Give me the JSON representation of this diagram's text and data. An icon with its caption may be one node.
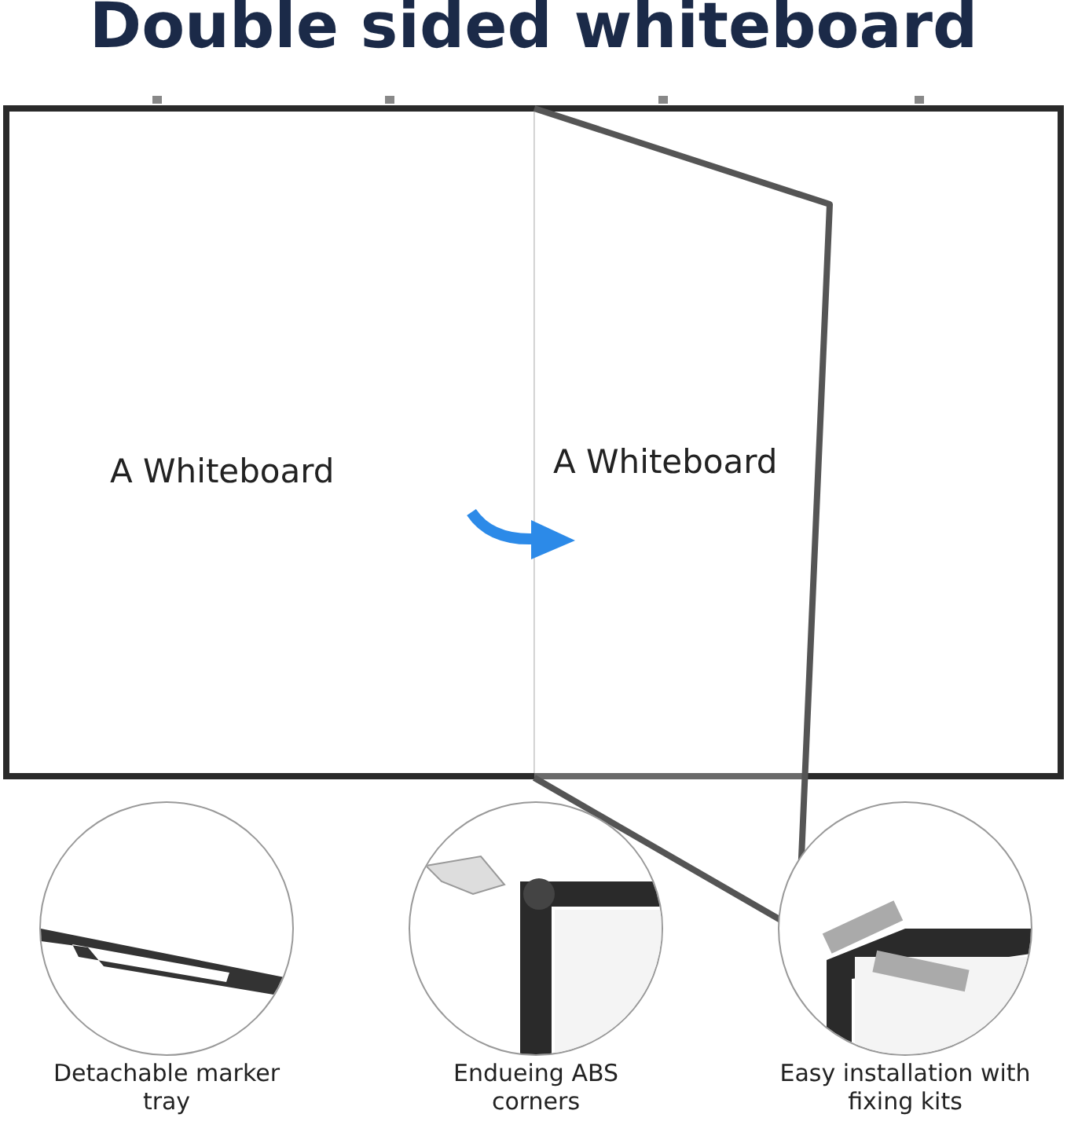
{
  "diagram": {
    "title": "Double sided whiteboard",
    "nodes": [
      {
        "text": [
          "A Whiteboard"
        ]
      },
      {
        "text": [
          "A Whiteboard"
        ]
      },
      {
        "text": [
          "Detachable marker tray"
        ]
      },
      {
        "text": [
          "Endueing ABS corners"
        ]
      },
      {
        "text": [
          "Easy installation with fixing kits"
        ]
      }
    ]
  }
}
